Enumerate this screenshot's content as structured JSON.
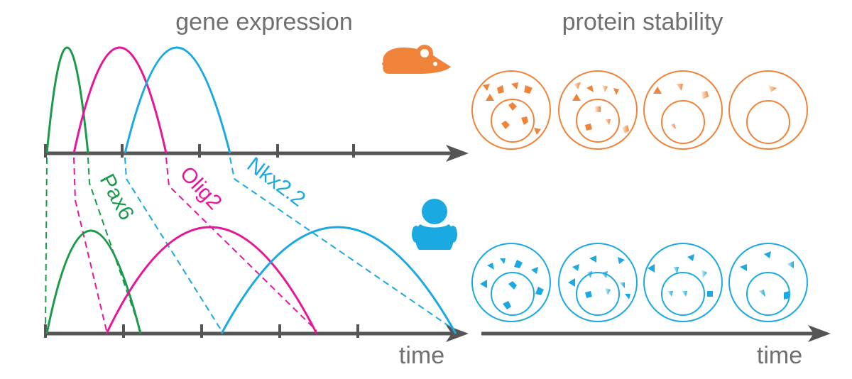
{
  "titles": {
    "gene_expression": "gene expression",
    "protein_stability": "protein stability"
  },
  "axis": {
    "time_label_left": "time",
    "time_label_right": "time"
  },
  "genes": [
    {
      "name": "Pax6",
      "color": "#1a9a4a"
    },
    {
      "name": "Olig2",
      "color": "#e6169a"
    },
    {
      "name": "Nkx2.2",
      "color": "#1aa9e0"
    }
  ],
  "species": [
    {
      "name": "mouse",
      "icon": "mouse-icon",
      "color": "#f0833a"
    },
    {
      "name": "human",
      "icon": "human-icon",
      "color": "#1aa9e0"
    }
  ],
  "colors": {
    "axis": "#555555",
    "mouse_cells": "#f0833a",
    "human_cells": "#1aa9e0"
  }
}
